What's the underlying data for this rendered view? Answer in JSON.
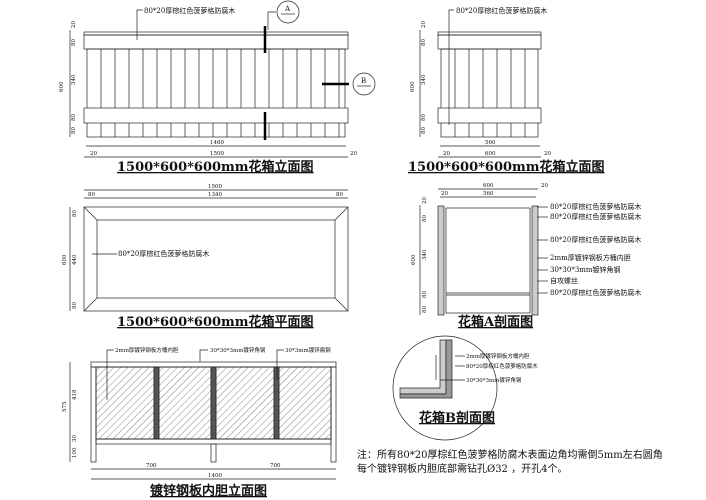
{
  "material_label": "80*20厚棕红色菠萝格防腐木",
  "front_elevation": {
    "title": "1500*600*600mm花箱立面图",
    "section_marks": [
      "A",
      "B"
    ],
    "dims_left": [
      "20",
      "80",
      "340",
      "80",
      "80",
      "600"
    ],
    "dims_bottom": [
      "1460",
      "1500",
      "20",
      "20"
    ]
  },
  "side_elevation": {
    "title": "1500*600*600mm花箱立面图",
    "dims_left": [
      "20",
      "80",
      "340",
      "80",
      "80",
      "600"
    ],
    "dims_bottom": [
      "560",
      "600",
      "20",
      "20"
    ]
  },
  "plan": {
    "title": "1500*600*600mm花箱平面图",
    "dims_top": [
      "1500",
      "1340",
      "80",
      "80"
    ],
    "dims_left": [
      "600",
      "440",
      "80",
      "80"
    ]
  },
  "section_a": {
    "title": "花箱A剖面图",
    "dims_top": [
      "600",
      "560",
      "20",
      "20"
    ],
    "dims_left": [
      "20",
      "80",
      "340",
      "80",
      "80",
      "600"
    ],
    "labels": [
      "80*20厚棕红色菠萝格防腐木",
      "80*20厚棕红色菠萝格防腐木",
      "80*20厚棕红色菠萝格防腐木",
      "2mm厚镀锌钢板方桶内胆",
      "30*30*3mm镀锌角钢",
      "自攻螺丝",
      "80*20厚棕红色菠萝格防腐木"
    ]
  },
  "liner": {
    "title": "镀锌钢板内胆立面图",
    "labels": [
      "2mm厚镀锌钢板方桶内胆",
      "30*30*3mm镀锌角钢",
      "30*3mm镀锌扁钢"
    ],
    "dims_left": [
      "575",
      "418",
      "30",
      "100"
    ],
    "dims_bottom": [
      "700",
      "700",
      "1400"
    ]
  },
  "section_b": {
    "title": "花箱B剖面图",
    "labels": [
      "2mm厚镀锌钢板方桶内胆",
      "80*20厚棕红色菠萝格防腐木",
      "30*30*3mm镀锌角钢"
    ]
  },
  "notes": [
    "注：所有80*20厚棕红色菠萝格防腐木表面边角均需倒5mm左右圆角",
    "每个镀锌钢板内胆底部需钻孔Ø32 ，开孔4个。"
  ]
}
